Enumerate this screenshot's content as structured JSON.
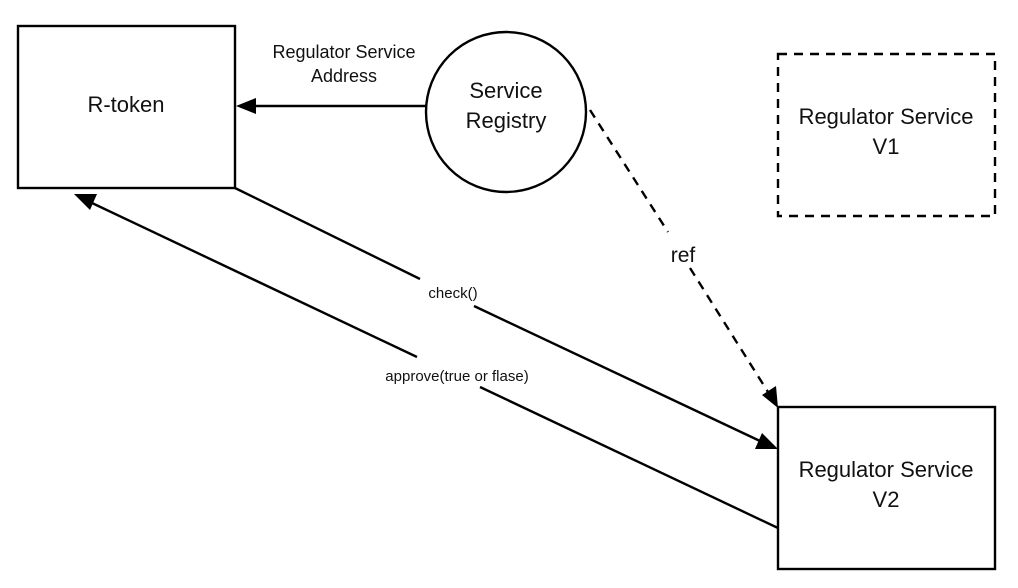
{
  "nodes": {
    "r_token": {
      "label": "R-token"
    },
    "service_registry": {
      "line1": "Service",
      "line2": "Registry"
    },
    "regulator_v1": {
      "line1": "Regulator Service",
      "line2": "V1",
      "style": "dashed"
    },
    "regulator_v2": {
      "line1": "Regulator Service",
      "line2": "V2"
    }
  },
  "edges": {
    "registry_to_rtoken": {
      "line1": "Regulator Service",
      "line2": "Address"
    },
    "check": {
      "label": "check()"
    },
    "approve": {
      "label": "approve(true or flase)"
    },
    "ref": {
      "label": "ref",
      "style": "dashed"
    }
  }
}
